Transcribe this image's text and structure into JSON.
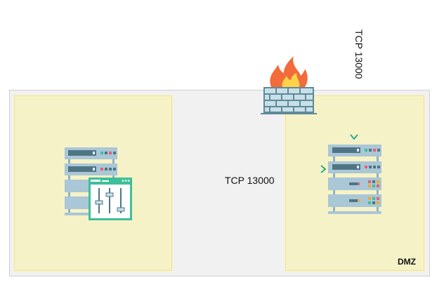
{
  "diagram": {
    "zones": [
      {
        "name": "internal",
        "label": ""
      },
      {
        "name": "dmz",
        "label": "DMZ"
      }
    ],
    "connections": [
      {
        "from": "internal-server",
        "to": "dmz-server",
        "label": "TCP 13000"
      },
      {
        "from": "external",
        "to": "dmz-server",
        "label": "TCP 13000"
      }
    ],
    "colors": {
      "zone_fill": "#f6f2c7",
      "zone_border": "#f5e86a",
      "outer_fill": "#f1f1f1",
      "arrow": "#1fa68a",
      "line": "#8a8a8a",
      "server": "#a9c7d6",
      "firewall_brick": "#c9dfe7",
      "flame": "#f26b3a"
    }
  }
}
